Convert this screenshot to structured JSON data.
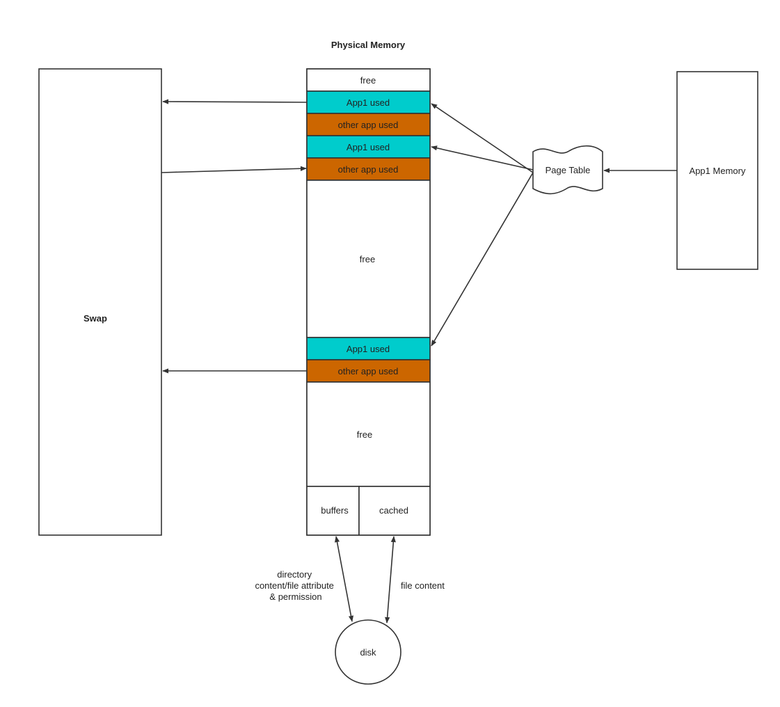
{
  "title": "Physical Memory",
  "swap": {
    "label": "Swap"
  },
  "app_memory": {
    "label": "App1 Memory"
  },
  "page_table": {
    "label": "Page Table"
  },
  "disk": {
    "label": "disk"
  },
  "memory_segments": [
    {
      "id": "free-top",
      "label": "free",
      "kind": "free"
    },
    {
      "id": "app1-1",
      "label": "App1 used",
      "kind": "app1"
    },
    {
      "id": "other-1",
      "label": "other app used",
      "kind": "other"
    },
    {
      "id": "app1-2",
      "label": "App1 used",
      "kind": "app1"
    },
    {
      "id": "other-2",
      "label": "other app used",
      "kind": "other"
    },
    {
      "id": "free-mid",
      "label": "free",
      "kind": "free"
    },
    {
      "id": "app1-3",
      "label": "App1 used",
      "kind": "app1"
    },
    {
      "id": "other-3",
      "label": "other app used",
      "kind": "other"
    },
    {
      "id": "free-low",
      "label": "free",
      "kind": "free"
    }
  ],
  "cache": {
    "buffers_label": "buffers",
    "cached_label": "cached"
  },
  "edge_labels": {
    "buffers_disk": [
      "directory",
      "content/file attribute",
      "& permission"
    ],
    "cached_disk": "file content"
  },
  "colors": {
    "app1": "#00cccc",
    "other": "#cc6600",
    "free": "#ffffff",
    "stroke": "#333333"
  }
}
